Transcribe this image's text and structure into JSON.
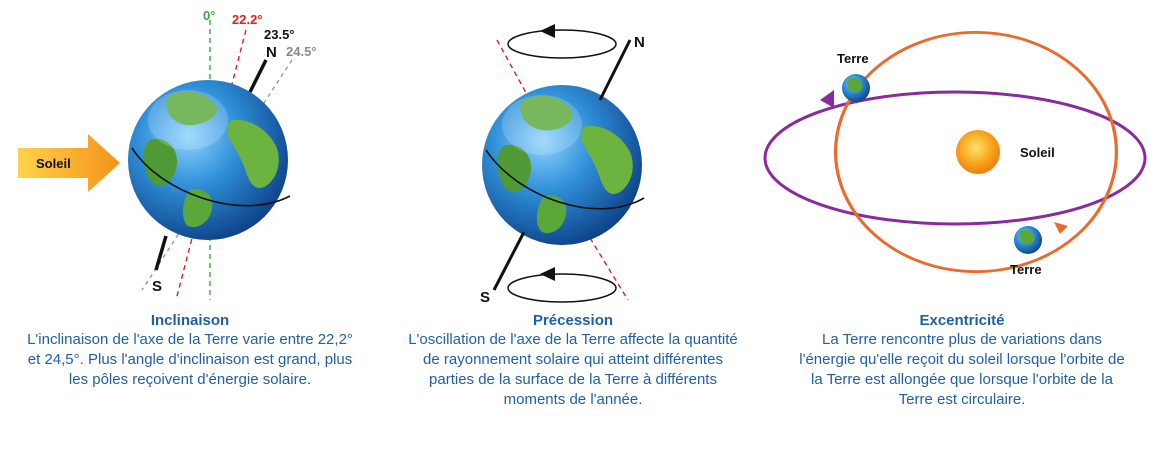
{
  "panels": [
    {
      "title": "Inclinaison",
      "text": "L'inclinaison de l'axe de la Terre varie entre 22,2° et 24,5°. Plus l'angle d'inclinaison est grand, plus les pôles reçoivent d'énergie solaire.",
      "labels": {
        "angle_0": "0°",
        "angle_222": "22.2°",
        "angle_235": "23.5°",
        "angle_245": "24.5°",
        "north": "N",
        "south": "S",
        "sun": "Soleil"
      }
    },
    {
      "title": "Précession",
      "text": "L'oscillation de l'axe de la Terre affecte la quantité de rayonnement solaire qui atteint différentes parties de la surface de la Terre à différents moments de l'année.",
      "labels": {
        "north": "N",
        "south": "S"
      }
    },
    {
      "title": "Excentricité",
      "text": "La Terre rencontre plus de variations dans l'énergie qu'elle reçoit du soleil lorsque l'orbite de la Terre est allongée que lorsque l'orbite de la Terre est circulaire.",
      "labels": {
        "earth_top": "Terre",
        "earth_bottom": "Terre",
        "sun": "Soleil"
      }
    }
  ],
  "colors": {
    "caption": "#1f5fa8",
    "angle_0": "#3ca83c",
    "angle_222": "#e02020",
    "angle_245": "#8a8a8a",
    "arrow_sun": "#f6a21c",
    "orbit_ellipse": "#8b2a9e",
    "orbit_circle": "#ec6a2a",
    "ocean": "#2f8fd8",
    "land": "#5aa83a"
  }
}
